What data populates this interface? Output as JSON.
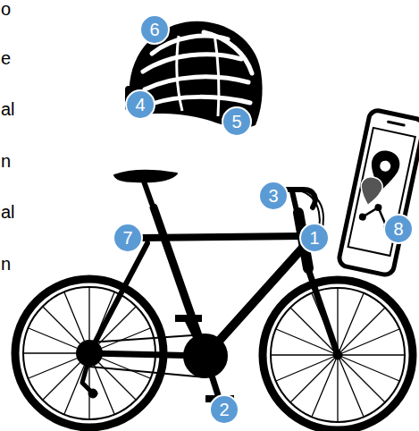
{
  "diagram": {
    "nodes": [
      {
        "text": [
          "6"
        ]
      },
      {
        "text": [
          "4"
        ]
      },
      {
        "text": [
          "5"
        ]
      },
      {
        "text": [
          "3"
        ]
      },
      {
        "text": [
          "8"
        ]
      },
      {
        "text": [
          "7"
        ]
      },
      {
        "text": [
          "1"
        ]
      },
      {
        "text": [
          "2"
        ]
      }
    ],
    "labels": [
      "o",
      "e",
      "al",
      "n",
      "al",
      "n"
    ]
  }
}
